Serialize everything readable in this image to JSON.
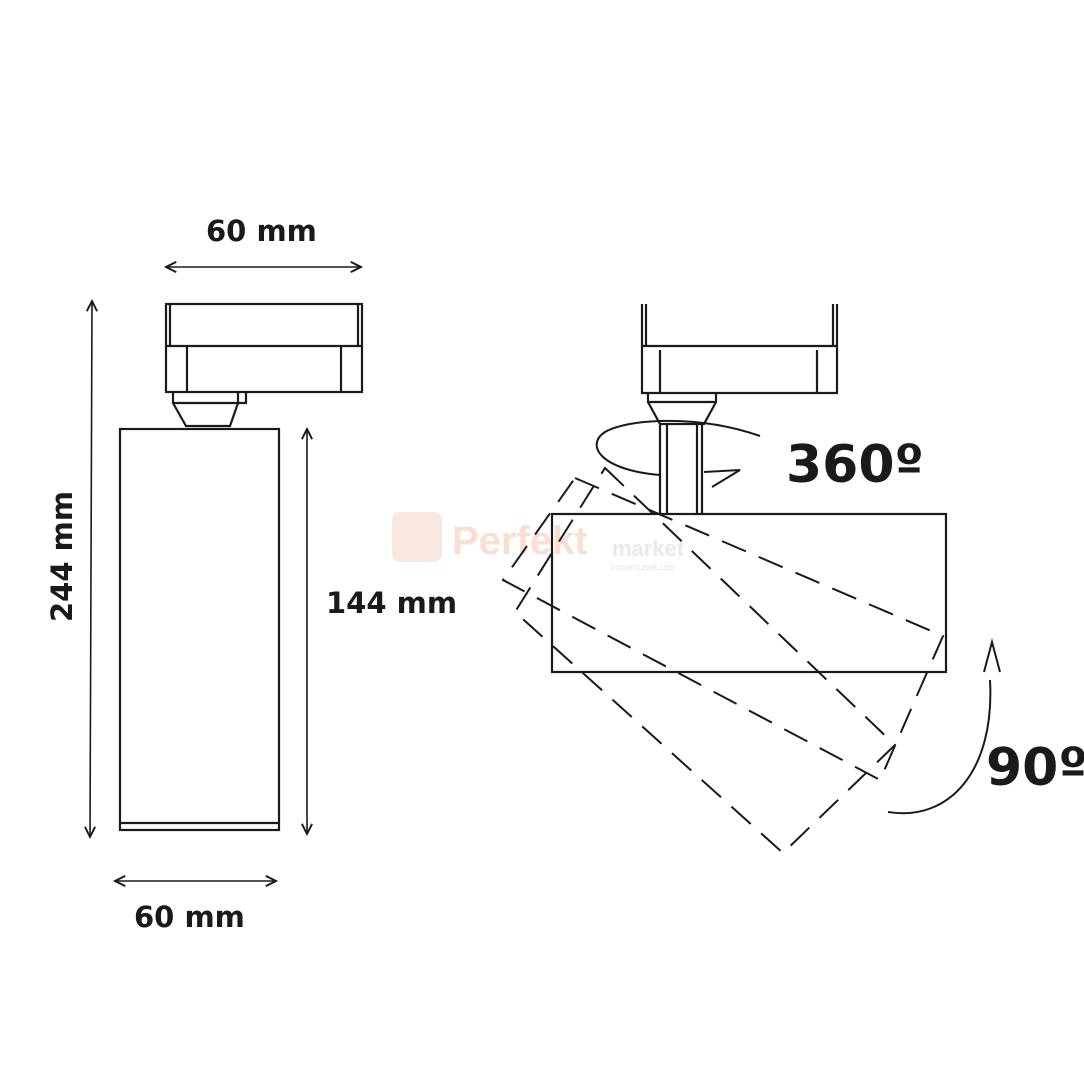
{
  "labels": {
    "top_width": "60 mm",
    "total_height": "244 mm",
    "body_height": "144 mm",
    "bottom_width": "60 mm",
    "rotation": "360º",
    "tilt": "90º"
  },
  "watermark": {
    "brand": "Perfekt",
    "suffix": "market",
    "tagline": "OŚWIETLENIE LED"
  },
  "colors": {
    "line": "#1a1a1a",
    "watermark": "#f3b9a0"
  }
}
